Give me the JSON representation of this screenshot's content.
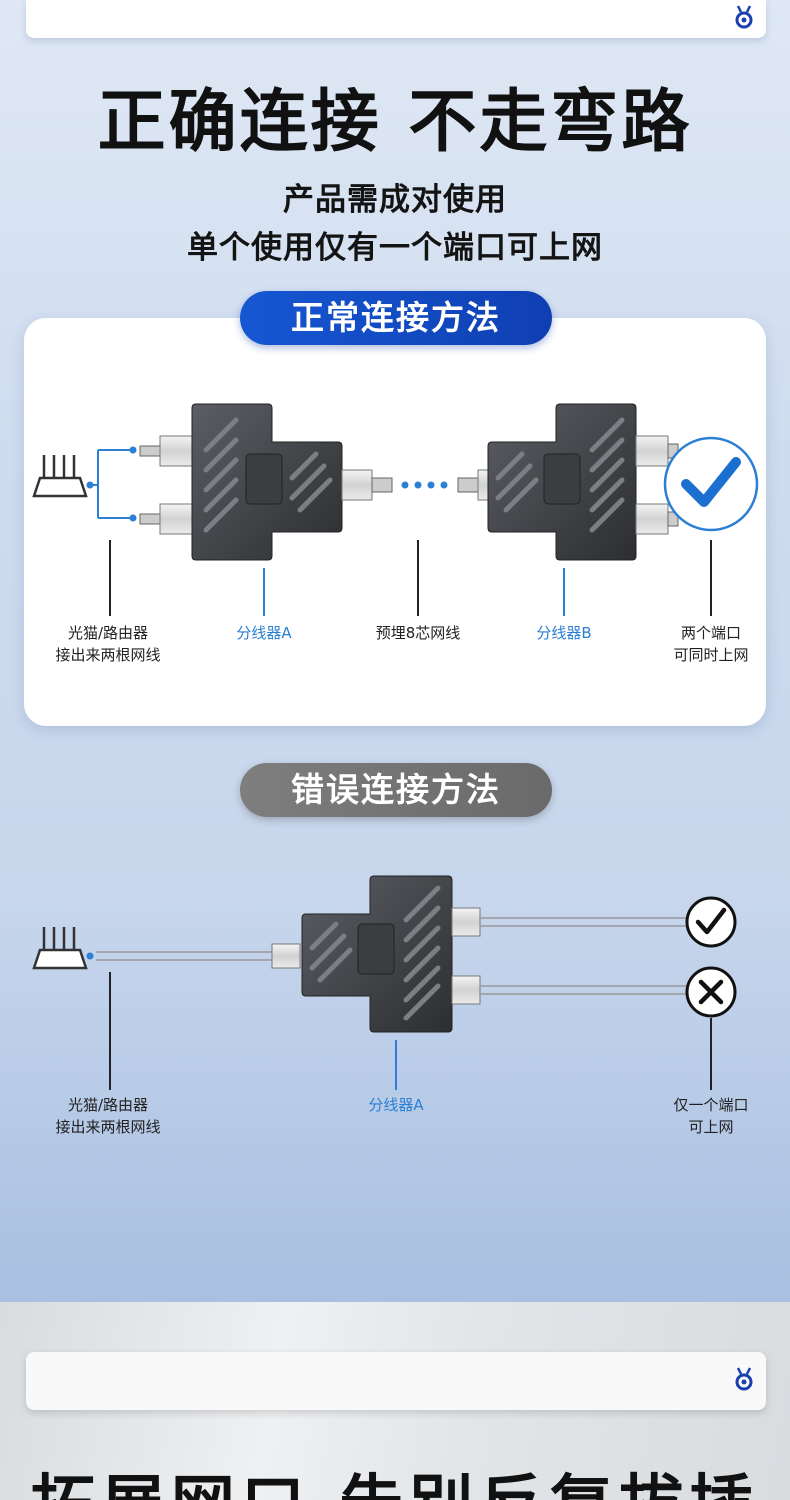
{
  "headline": "正确连接 不走弯路",
  "subheading": {
    "line1": "产品需成对使用",
    "line2": "单个使用仅有一个端口可上网"
  },
  "correct_section": {
    "title": "正常连接方法",
    "labels": {
      "source_line1": "光猫/路由器",
      "source_line2": "接出来两根网线",
      "splitter_a": "分线器A",
      "cable": "预埋8芯网线",
      "splitter_b": "分线器B",
      "result_line1": "两个端口",
      "result_line2": "可同时上网"
    }
  },
  "wrong_section": {
    "title": "错误连接方法",
    "labels": {
      "source_line1": "光猫/路由器",
      "source_line2": "接出来两根网线",
      "splitter_a": "分线器A",
      "result_line1": "仅一个端口",
      "result_line2": "可上网"
    }
  },
  "bottom_headline": "拓展网口 告别反复拔插",
  "colors": {
    "accent_blue": "#1657d3",
    "label_blue": "#2b7fd4",
    "pill_gray": "#767676"
  }
}
